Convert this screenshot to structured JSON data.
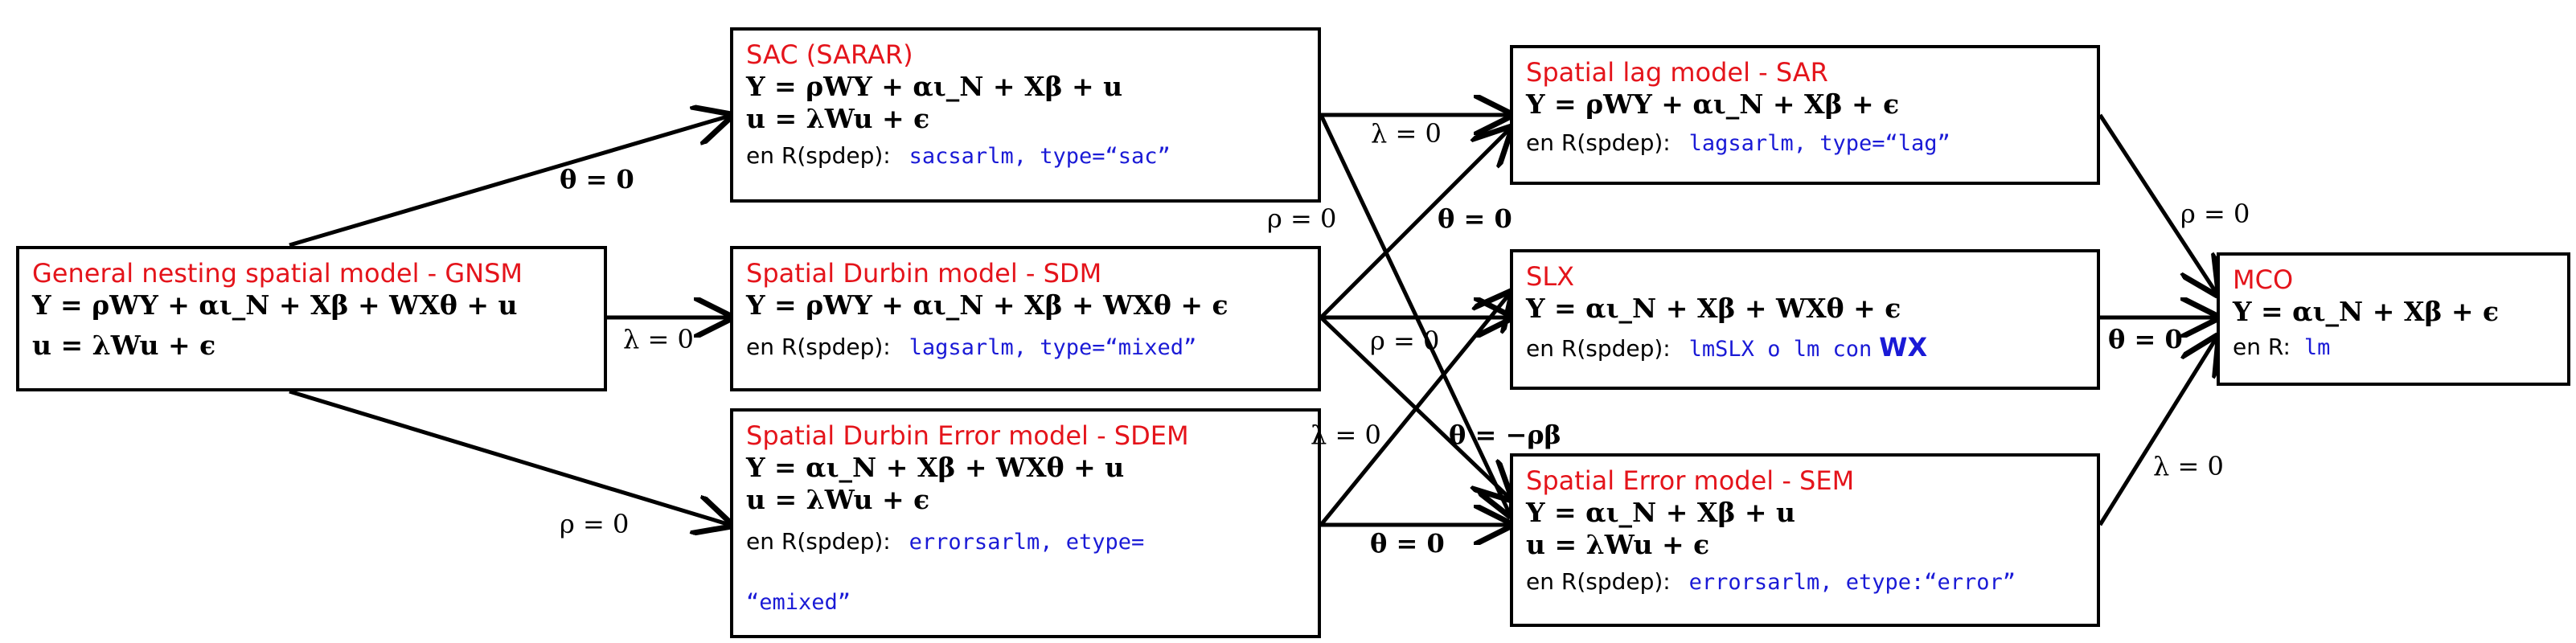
{
  "nodes": {
    "gnsm": {
      "title": "General nesting spatial model - GNSM",
      "eq1": "Y = ρWY + αι_N + Xβ + WXθ + u",
      "eq2": "u = λWu + ϵ"
    },
    "sac": {
      "title": "SAC (SARAR)",
      "eq1": "Y = ρWY + αι_N + Xβ + u",
      "eq2": "u = λWu + ϵ",
      "r_prefix": "en R(spdep):",
      "r_code": "sacsarlm, type=“sac”"
    },
    "sdm": {
      "title": "Spatial Durbin model - SDM",
      "eq1": "Y = ρWY + αι_N + Xβ + WXθ + ϵ",
      "r_prefix": "en R(spdep):",
      "r_code": "lagsarlm, type=“mixed”"
    },
    "sdem": {
      "title": "Spatial Durbin Error model - SDEM",
      "eq1": "Y = αι_N + Xβ + WXθ + u",
      "eq2": "u = λWu + ϵ",
      "r_prefix": "en R(spdep):",
      "r_code": "errorsarlm, etype=",
      "r_code2": "“emixed”"
    },
    "sar": {
      "title": "Spatial lag model - SAR",
      "eq1": "Y = ρWY + αι_N + Xβ + ϵ",
      "r_prefix": "en R(spdep):",
      "r_code": "lagsarlm, type=“lag”"
    },
    "slx": {
      "title": "SLX",
      "eq1": "Y = αι_N + Xβ + WXθ + ϵ",
      "r_prefix": "en R(spdep):",
      "r_code": "lmSLX o lm con",
      "r_wx": "WX"
    },
    "sem": {
      "title": "Spatial Error model - SEM",
      "eq1": "Y = αι_N + Xβ + u",
      "eq2": "u = λWu + ϵ",
      "r_prefix": "en R(spdep):",
      "r_code": "errorsarlm, etype:“error”"
    },
    "mco": {
      "title": "MCO",
      "eq1": "Y = αι_N + Xβ + ϵ",
      "r_prefix": "en R:",
      "r_code": "lm"
    }
  },
  "edge_labels": {
    "gnsm_sac": "θ = 0",
    "gnsm_sdm": "λ = 0",
    "gnsm_sdem": "ρ = 0",
    "sac_sar": "λ = 0",
    "sac_sem": "ρ = 0",
    "sdm_sar": "θ = 0",
    "sdm_slx": "ρ = 0",
    "sdm_sem": "θ = −ρβ",
    "sdem_slx": "λ = 0",
    "sdem_sem": "θ = 0",
    "sar_mco": "ρ = 0",
    "slx_mco": "θ = 0",
    "sem_mco": "λ = 0"
  }
}
